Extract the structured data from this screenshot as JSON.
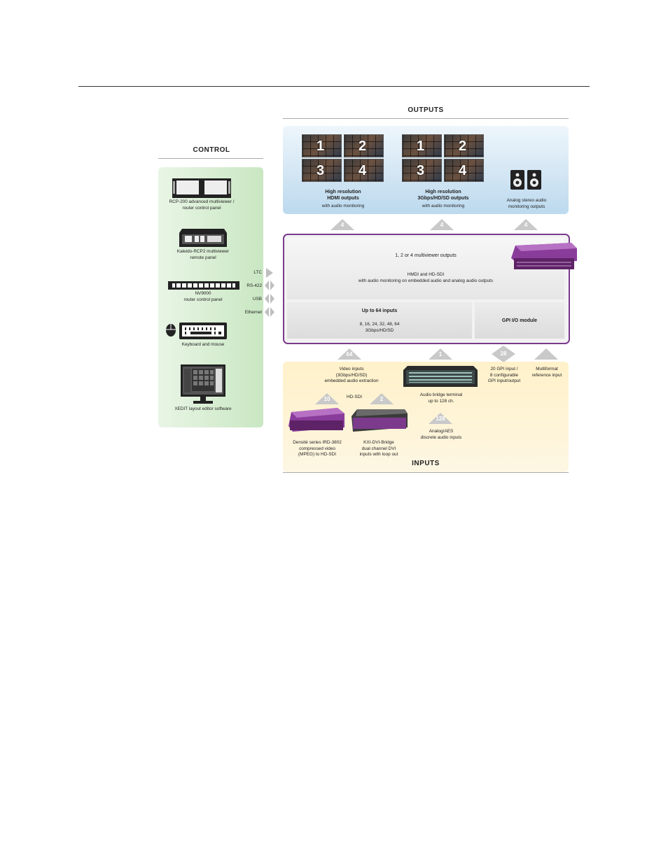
{
  "sections": {
    "outputs_title": "OUTPUTS",
    "control_title": "CONTROL",
    "inputs_title": "INPUTS"
  },
  "outputs": [
    {
      "label": "High resolution\nHDMI outputs",
      "sub": "with audio monitoring",
      "count": "4",
      "tiles": [
        "1",
        "2",
        "3",
        "4"
      ]
    },
    {
      "label": "High resolution\n3Gbps/HD/SD outputs",
      "sub": "with audio monitoring",
      "count": "4",
      "tiles": [
        "1",
        "2",
        "3",
        "4"
      ]
    },
    {
      "label": "Analog stereo audio\nmonitoring outputs",
      "count": "4"
    }
  ],
  "control": {
    "devices": [
      {
        "label": "RCP-200 advanced multiviewer /\nrouter control panel"
      },
      {
        "label": "Kaleido-RCP2 multiviewer\nremote panel"
      },
      {
        "label": "NV9000\nrouter control panel"
      },
      {
        "label": "Keyboard and mouse"
      },
      {
        "label": "XEDIT layout editor software"
      }
    ],
    "ports": [
      "LTC",
      "RS-422",
      "USB",
      "Ethernet"
    ]
  },
  "core": {
    "title": "1, 2 or 4 multiviewer outputs",
    "subtitle": "HMDI and HD-SDI\nwith audio monitoring on embedded audio and analog audio outputs",
    "inputs_title": "Up to 64 inputs",
    "inputs_sub": "8, 16, 24, 32, 48, 64\n3Gbps/HD/SD",
    "gpi_title": "GPI I/O module"
  },
  "inputs": {
    "video": {
      "count": "64",
      "label": "Video inputs\n(3Gbps/HD/SD)\nembedded audio extraction"
    },
    "hdsdi": "HD-SDI",
    "ird": {
      "count": "10",
      "label": "Densité series IRD-3802\ncompressed video\n(MPEG) to HD-SDI"
    },
    "dvi": {
      "count": "2",
      "label": "KXI-DVI-Bridge\ndual channel DVI\ninputs with loop out"
    },
    "audio_bridge": {
      "count": "1",
      "label": "Audio bridge terminal\nup to 128 ch."
    },
    "aes": {
      "count": "128",
      "label": "Analog/AES\ndiscrete audio inputs"
    },
    "gpi": {
      "count": "28",
      "label": "20 GPI input /\n8 configurable\nGPI input/output"
    },
    "ref": {
      "label": "Multiformat\nreference input"
    }
  }
}
